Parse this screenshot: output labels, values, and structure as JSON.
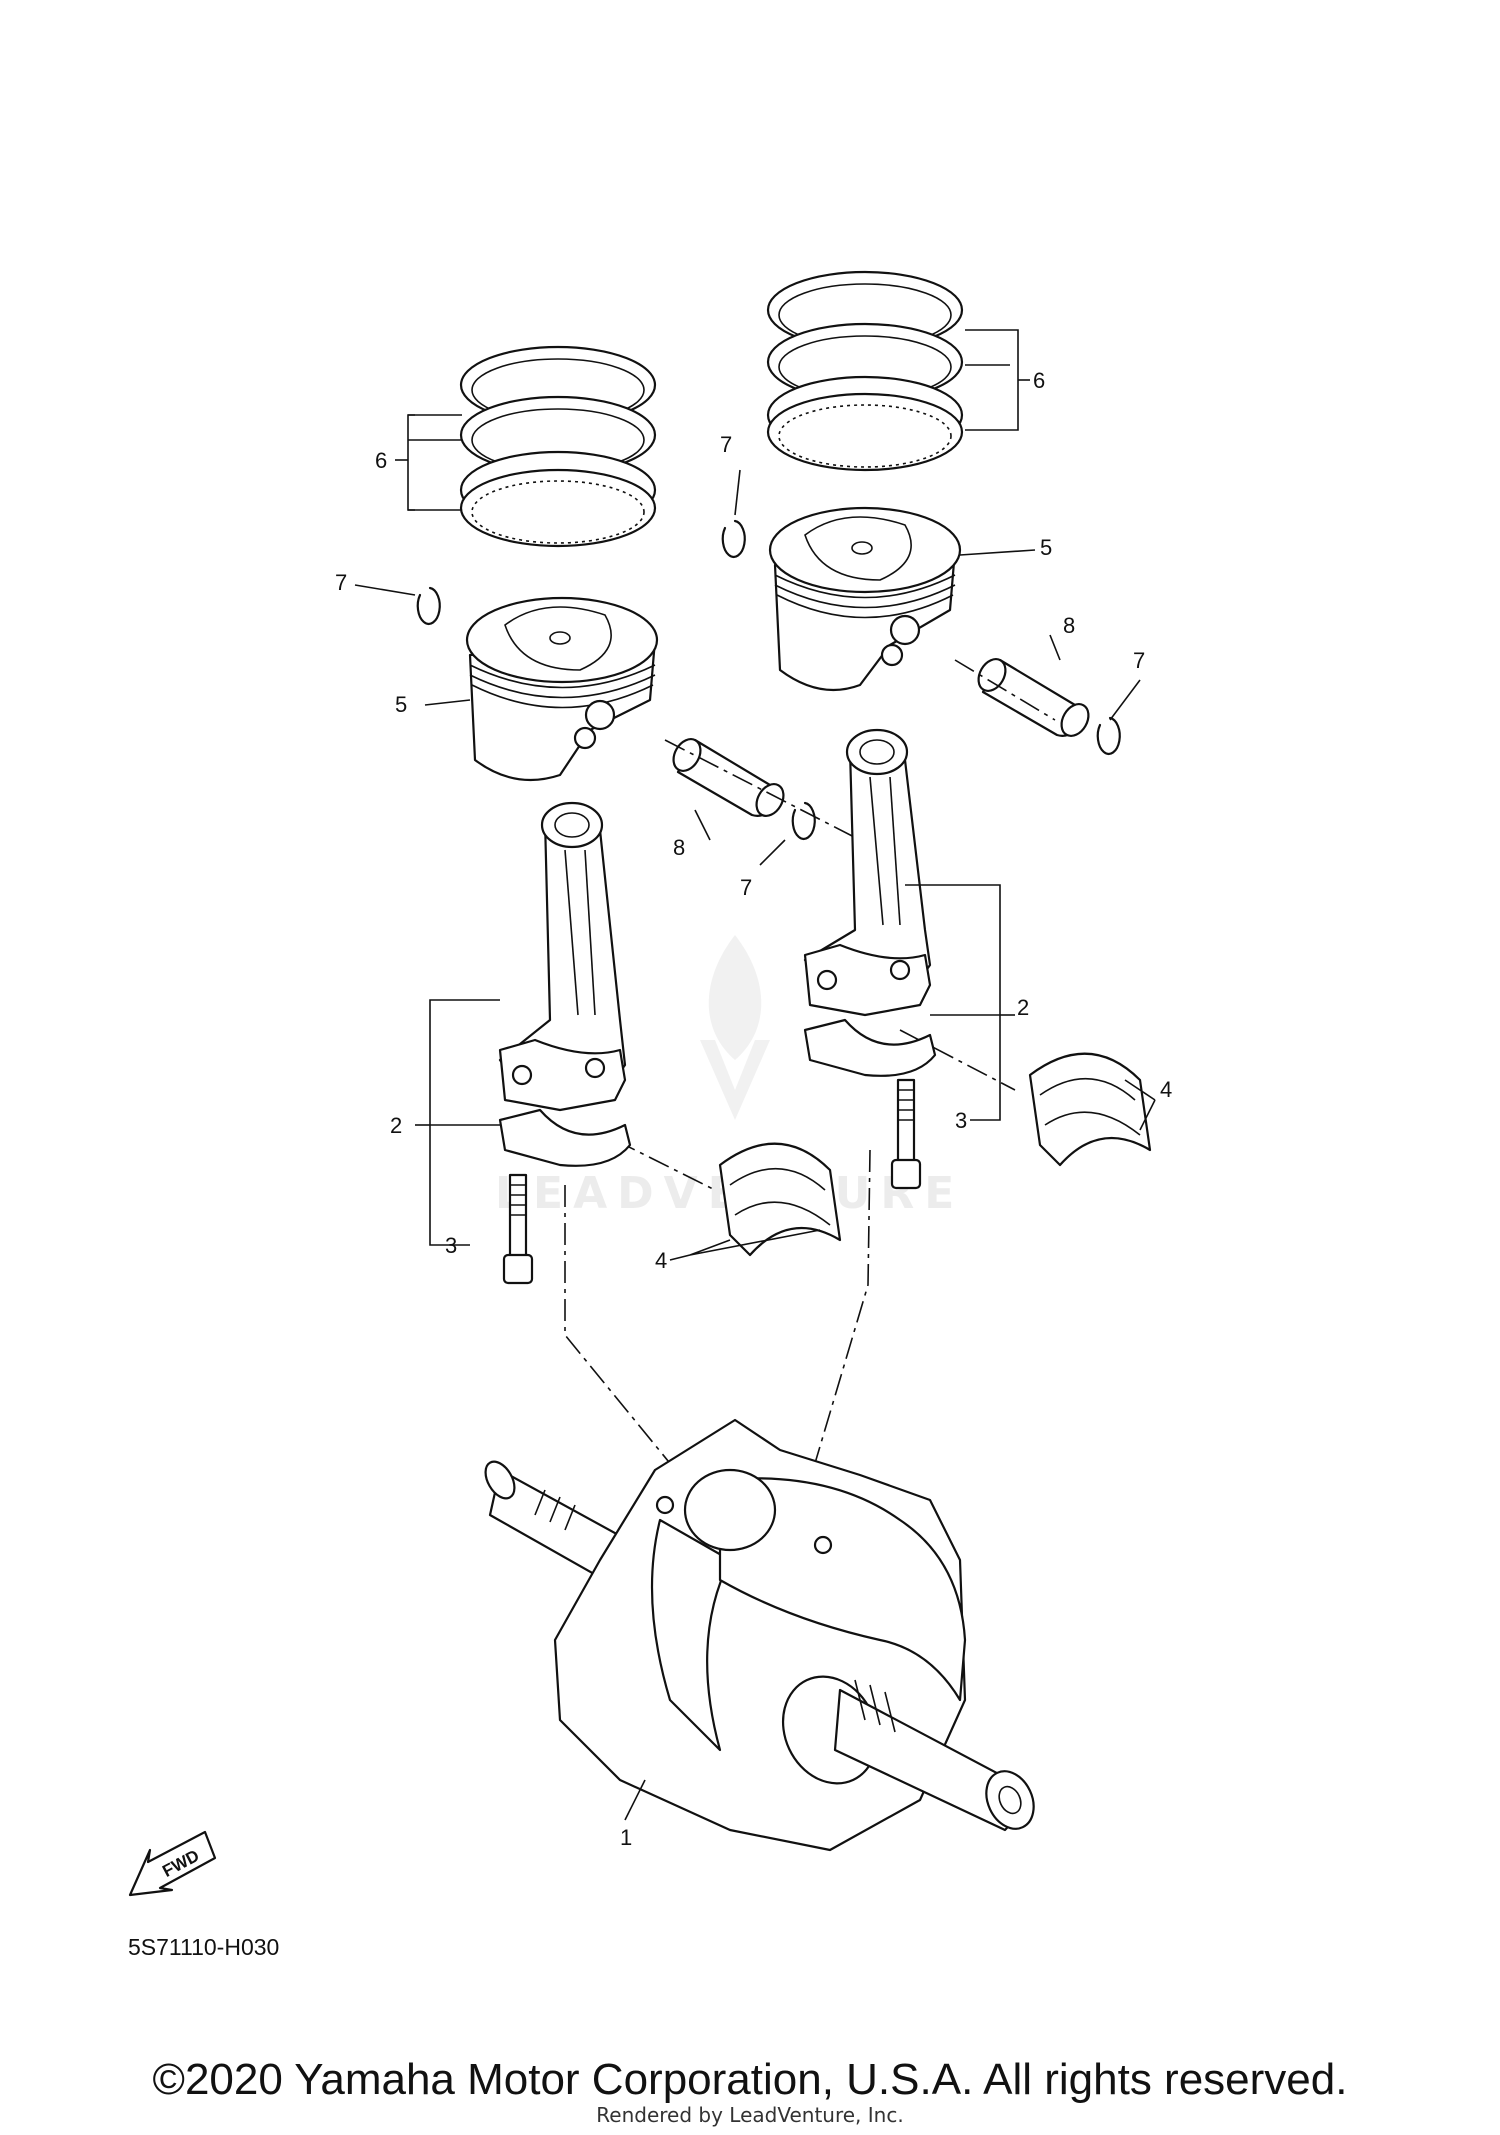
{
  "diagram": {
    "callouts": {
      "c1": "1",
      "c2_left": "2",
      "c2_right": "2",
      "c3_left": "3",
      "c3_right": "3",
      "c4_left": "4",
      "c4_right": "4",
      "c5_left": "5",
      "c5_right": "5",
      "c6_left": "6",
      "c6_right": "6",
      "c7_a": "7",
      "c7_b": "7",
      "c7_c": "7",
      "c7_d": "7",
      "c8_left": "8",
      "c8_right": "8"
    },
    "fwd_label": "FWD",
    "diagram_code": "5S71110-H030",
    "watermark": "LEADVENTURE",
    "copyright": "©2020 Yamaha Motor Corporation, U.S.A. All rights reserved.",
    "rendered_by": "Rendered by LeadVenture, Inc."
  },
  "colors": {
    "line": "#111111",
    "background": "#ffffff",
    "watermark": "#dddddd"
  }
}
